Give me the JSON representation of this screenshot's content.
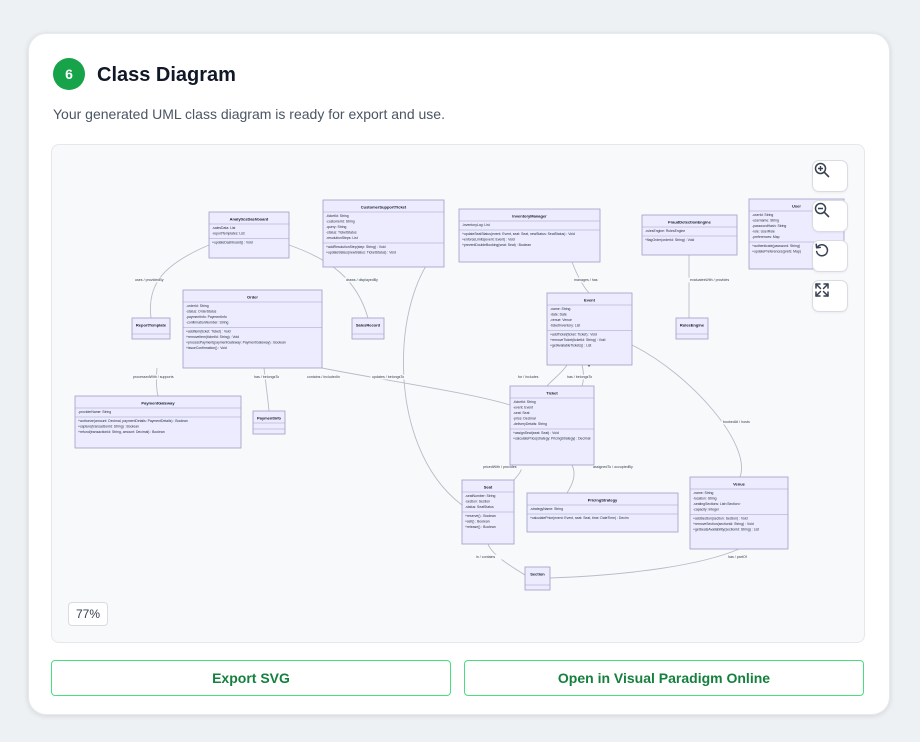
{
  "step": {
    "number": "6",
    "title": "Class Diagram",
    "subtitle": "Your generated UML class diagram is ready for export and use."
  },
  "zoom": {
    "level": "77%"
  },
  "toolbar": [
    {
      "name": "zoom-in-button",
      "icon": "zoom-in-icon"
    },
    {
      "name": "zoom-out-button",
      "icon": "zoom-out-icon"
    },
    {
      "name": "reset-view-button",
      "icon": "rotate-ccw-icon"
    },
    {
      "name": "fit-screen-button",
      "icon": "expand-icon"
    }
  ],
  "actions": {
    "export": "Export SVG",
    "open": "Open in Visual Paradigm Online"
  },
  "diagram": {
    "classes": [
      {
        "id": "AnalyticsDashboard",
        "name": "AnalyticsDashboard",
        "attrs": [
          "-salesData: List",
          "-reportTemplates: List"
        ],
        "ops": [
          "+updateDashboard() : Void"
        ]
      },
      {
        "id": "CustomerSupportTicket",
        "name": "CustomerSupportTicket",
        "attrs": [
          "-ticketId: String",
          "-customerId: String",
          "-query: String",
          "-status: TicketStatus",
          "-resolutionSteps: List"
        ],
        "ops": [
          "+addResolutionStep(step: String) : Void",
          "+updateStatus(newStatus: TicketStatus) : Void"
        ]
      },
      {
        "id": "InventoryManager",
        "name": "InventoryManager",
        "attrs": [
          "-inventoryLog: List"
        ],
        "ops": [
          "+updateSeatStatus(event: Event, seat: Seat, newStatus: SeatStatus) : Void",
          "+enforceLimits(event: Event) : Void",
          "+preventDoubleBooking(seat: Seat) : Boolean"
        ]
      },
      {
        "id": "FraudDetectionEngine",
        "name": "FraudDetectionEngine",
        "attrs": [
          "-rulesEngine: RulesEngine"
        ],
        "ops": [
          "+flagOrder(orderId: String) : Void"
        ]
      },
      {
        "id": "User",
        "name": "User",
        "attrs": [
          "-userId: String",
          "-username: String",
          "-passwordHash: String",
          "-role: UserRole",
          "-preferences: Map"
        ],
        "ops": [
          "+authenticate(password: String)",
          "+updatePreferences(prefs: Map)"
        ]
      },
      {
        "id": "ReportTemplate",
        "name": "ReportTemplate",
        "attrs": [],
        "ops": []
      },
      {
        "id": "Order",
        "name": "Order",
        "attrs": [
          "-orderId: String",
          "-status: OrderStatus",
          "-paymentInfo: PaymentInfo",
          "-confirmationNumber: String"
        ],
        "ops": [
          "+addItem(ticket: Ticket) : Void",
          "+removeItem(ticketId: String) : Void",
          "+processPayment(paymentGateway: PaymentGateway) : Boolean",
          "+issueConfirmation() : Void"
        ]
      },
      {
        "id": "SalesRecord",
        "name": "SalesRecord",
        "attrs": [],
        "ops": []
      },
      {
        "id": "Event",
        "name": "Event",
        "attrs": [
          "-name: String",
          "-date: Date",
          "-venue: Venue",
          "-ticketInventory: List"
        ],
        "ops": [
          "+addTicket(ticket: Ticket) : Void",
          "+removeTicket(ticketId: String) : Void",
          "+getAvailableTickets() : List"
        ]
      },
      {
        "id": "RulesEngine",
        "name": "RulesEngine",
        "attrs": [],
        "ops": []
      },
      {
        "id": "PaymentGateway",
        "name": "PaymentGateway",
        "attrs": [
          "-providerName: String"
        ],
        "ops": [
          "+authorize(amount: Decimal, paymentDetails: PaymentDetails) : Boolean",
          "+capture(transactionId: String) : Boolean",
          "+refund(transactionId: String, amount: Decimal) : Boolean"
        ]
      },
      {
        "id": "PaymentInfo",
        "name": "PaymentInfo",
        "attrs": [],
        "ops": []
      },
      {
        "id": "Ticket",
        "name": "Ticket",
        "attrs": [
          "-ticketId: String",
          "-event: Event",
          "-seat: Seat",
          "-price: Decimal",
          "-deliveryDetails: String"
        ],
        "ops": [
          "+assignSeat(seat: Seat) : Void",
          "+calculatePrice(strategy: PricingStrategy) : Decimal"
        ]
      },
      {
        "id": "Seat",
        "name": "Seat",
        "attrs": [
          "-seatNumber: String",
          "-section: Section",
          "-status: SeatStatus"
        ],
        "ops": [
          "+reserve() : Boolean",
          "+sell() : Boolean",
          "+release() : Boolean"
        ]
      },
      {
        "id": "PricingStrategy",
        "name": "PricingStrategy",
        "attrs": [
          "-strategyName: String"
        ],
        "ops": [
          "+calculatePrice(event: Event, seat: Seat, time: DateTime) : Decim"
        ]
      },
      {
        "id": "Venue",
        "name": "Venue",
        "attrs": [
          "-name: String",
          "-location: String",
          "-seatingSections: List<Section>",
          "-capacity: Integer"
        ],
        "ops": [
          "+addSection(section: Section) : Void",
          "+removeSection(sectionId: String) : Void",
          "+getSeatsAvailability(sectionId: String) : List"
        ]
      },
      {
        "id": "Section",
        "name": "Section",
        "attrs": [],
        "ops": []
      }
    ],
    "relations": [
      {
        "label": "uses / providedBy"
      },
      {
        "label": "draws / displayedBy"
      },
      {
        "label": "manages / has"
      },
      {
        "label": "evaluatesWith / provides"
      },
      {
        "label": "processedWith / supports"
      },
      {
        "label": "has / belongsTo"
      },
      {
        "label": "contains / includedIn"
      },
      {
        "label": "updates / belongsTo"
      },
      {
        "label": "for / includes"
      },
      {
        "label": "has / belongsTo"
      },
      {
        "label": "bookedAt / hosts"
      },
      {
        "label": "pricedWith / provides"
      },
      {
        "label": "assignedTo / occupiedBy"
      },
      {
        "label": "in / contains"
      },
      {
        "label": "has / partOf"
      }
    ]
  }
}
